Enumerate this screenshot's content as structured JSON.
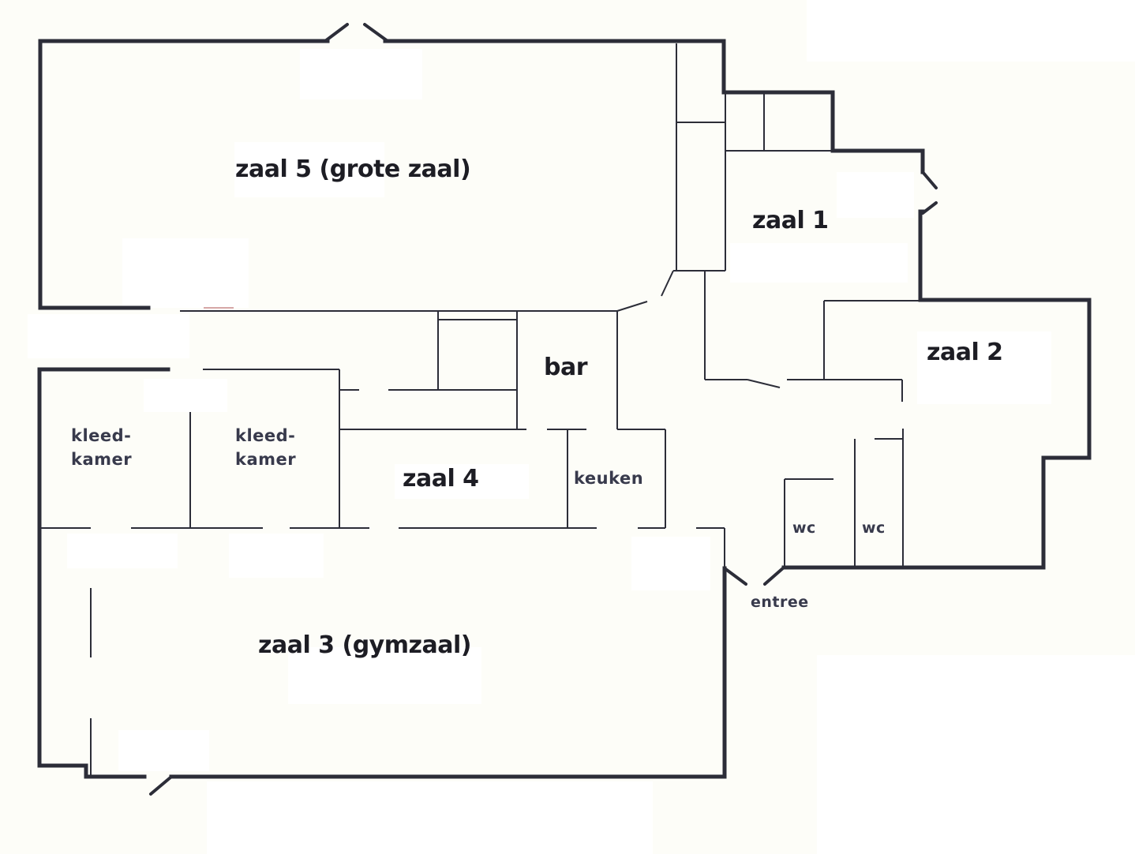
{
  "rooms": {
    "zaal5": "zaal 5 (grote zaal)",
    "zaal1": "zaal 1",
    "zaal2": "zaal 2",
    "bar": "bar",
    "kleedkamer_a_line1": "kleed-",
    "kleedkamer_a_line2": "kamer",
    "kleedkamer_b_line1": "kleed-",
    "kleedkamer_b_line2": "kamer",
    "zaal4": "zaal 4",
    "keuken": "keuken",
    "wc_a": "wc",
    "wc_b": "wc",
    "entree": "entree",
    "zaal3": "zaal 3 (gymzaal)"
  },
  "colors": {
    "walls": "#2c2d38",
    "background": "#fdfdf8",
    "text": "#1d1d24"
  }
}
